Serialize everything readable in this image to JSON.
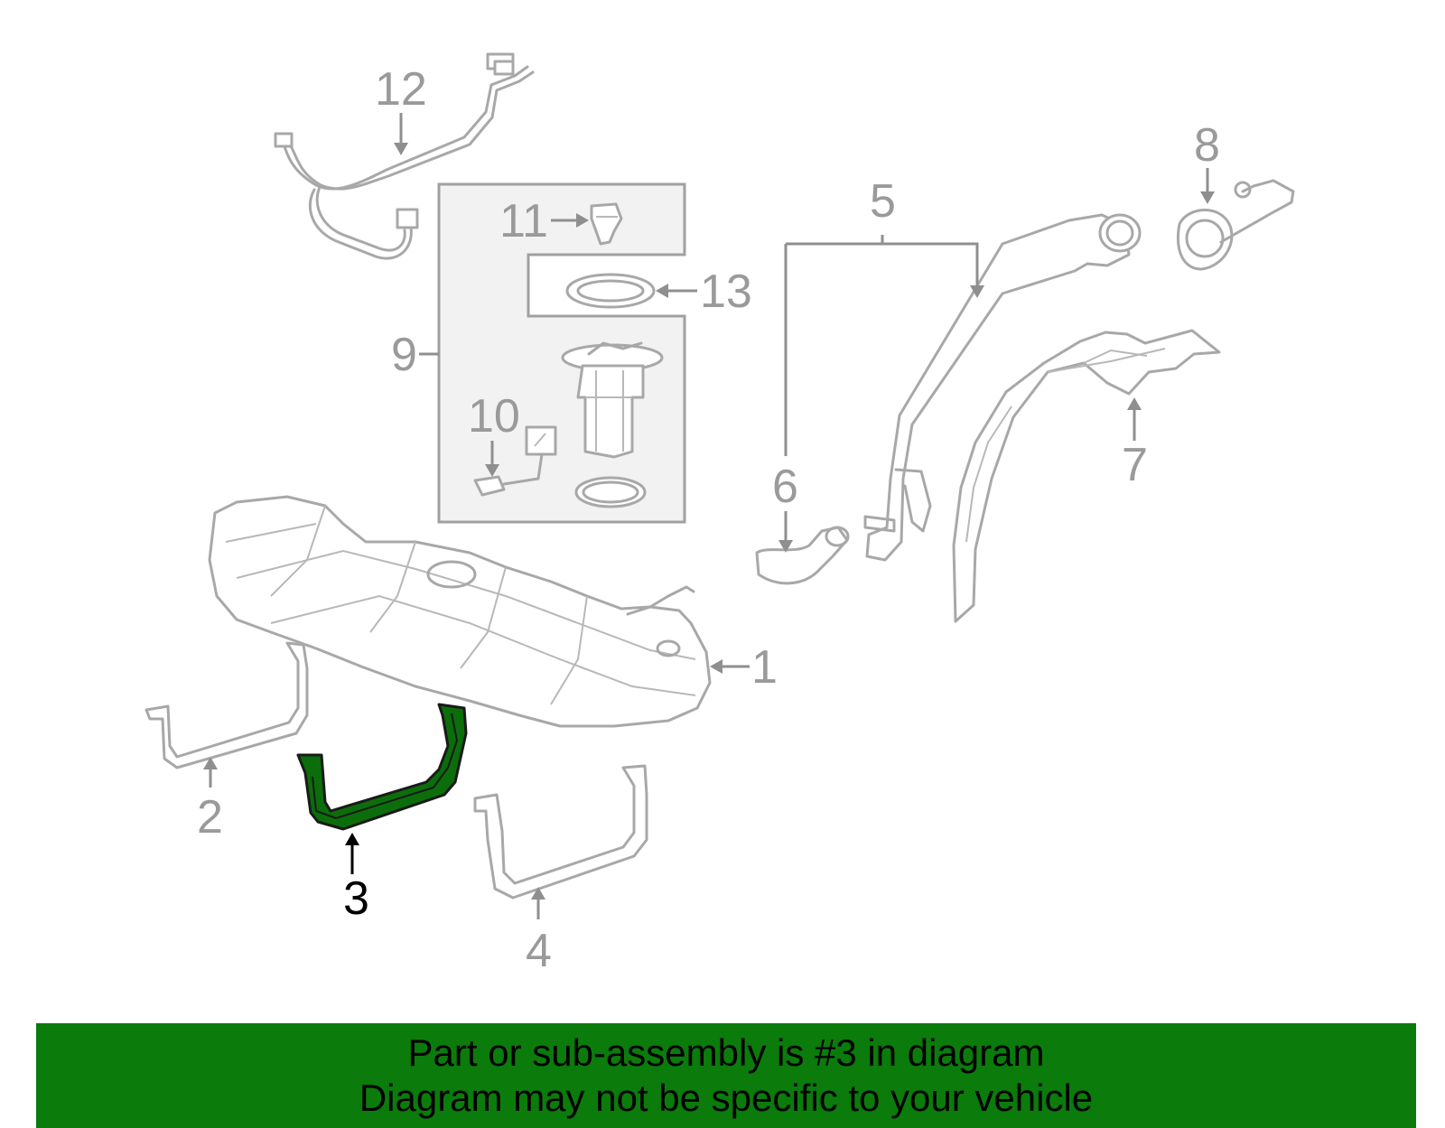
{
  "callouts": {
    "p1": "1",
    "p2": "2",
    "p3": "3",
    "p4": "4",
    "p5": "5",
    "p6": "6",
    "p7": "7",
    "p8": "8",
    "p9": "9",
    "p10": "10",
    "p11": "11",
    "p12": "12",
    "p13": "13"
  },
  "highlight": {
    "part": "3",
    "color": "#0b6e0b",
    "outline": "#1a1a1a"
  },
  "colors": {
    "line_art": "#a8a8a8",
    "callout_text": "#9a9a9a",
    "banner_background": "#0b7b0b",
    "kit_box_fill": "#f2f2f2"
  },
  "banner": {
    "line1": "Part or sub-assembly is #3 in diagram",
    "line2": "Diagram may not be specific to your vehicle"
  }
}
